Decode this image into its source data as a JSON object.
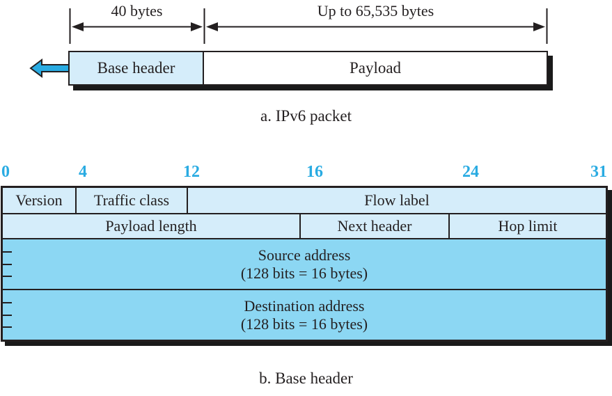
{
  "colors": {
    "ink": "#231F20",
    "light_blue": "#D5EDFA",
    "dark_blue": "#8CD7F3",
    "accent_cyan": "#29ABE2",
    "shadow": "#1a1a1a",
    "background": "#ffffff"
  },
  "packet": {
    "dim_left": "40 bytes",
    "dim_right": "Up to 65,535 bytes",
    "base_header": "Base header",
    "payload": "Payload",
    "caption": "a. IPv6 packet"
  },
  "base_header": {
    "bit_labels": [
      "0",
      "4",
      "12",
      "16",
      "24",
      "31"
    ],
    "row1": [
      "Version",
      "Traffic class",
      "Flow label"
    ],
    "row2": [
      "Payload length",
      "Next header",
      "Hop limit"
    ],
    "source": {
      "line1": "Source address",
      "line2": "(128 bits = 16 bytes)"
    },
    "destination": {
      "line1": "Destination address",
      "line2": "(128 bits = 16 bytes)"
    },
    "caption": "b. Base header"
  }
}
